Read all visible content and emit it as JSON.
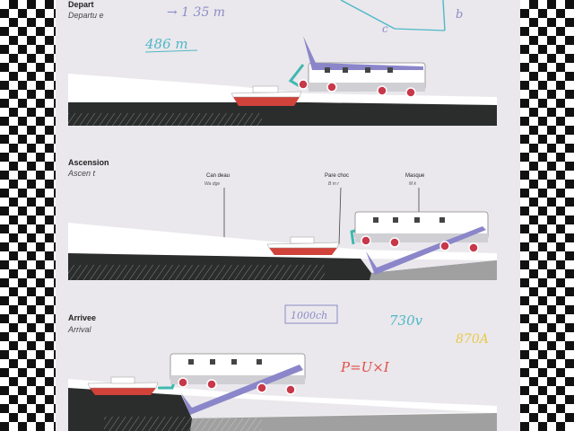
{
  "colors": {
    "panel_bg": "#eae8ec",
    "ground_dark": "#2a2d2c",
    "boat_red": "#d0423a",
    "arm_purple": "#8b86c9",
    "arm_teal": "#3fb8b0",
    "wheel_red": "#c8374a",
    "annotation_blue": "#4fb8c8",
    "annotation_gold": "#e8c94a",
    "annotation_red": "#e0504a",
    "annotation_purple": "#8c8cc8"
  },
  "stages": [
    {
      "title": "Depart",
      "subtitle": "Departu e",
      "notes": [
        "→ 1 35 m",
        "486 m",
        "b",
        "c"
      ]
    },
    {
      "title": "Ascension",
      "subtitle": "Ascen t",
      "callouts": [
        {
          "label": "Can deau",
          "sub": "Wa    dge"
        },
        {
          "label": "Pare choc",
          "sub": "B  m  r"
        },
        {
          "label": "Masque",
          "sub": "M    k"
        }
      ]
    },
    {
      "title": "Arrivee",
      "subtitle": "Arrival",
      "notes": [
        "1000ch",
        "730v",
        "870A",
        "P=U×I"
      ]
    }
  ]
}
